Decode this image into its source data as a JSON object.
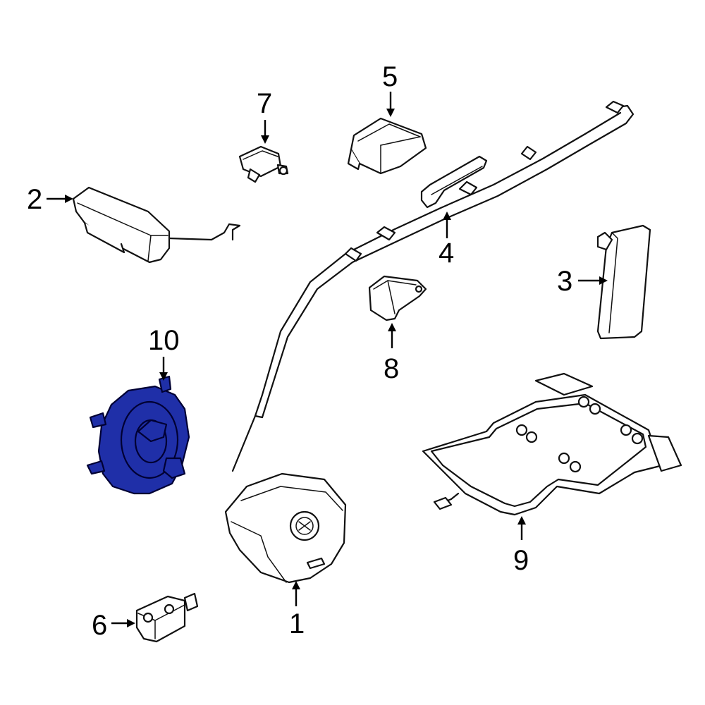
{
  "diagram": {
    "highlight_color": "#1f2fa8",
    "callouts": [
      {
        "id": "1",
        "label": "1"
      },
      {
        "id": "2",
        "label": "2"
      },
      {
        "id": "3",
        "label": "3"
      },
      {
        "id": "4",
        "label": "4"
      },
      {
        "id": "5",
        "label": "5"
      },
      {
        "id": "6",
        "label": "6"
      },
      {
        "id": "7",
        "label": "7"
      },
      {
        "id": "8",
        "label": "8"
      },
      {
        "id": "9",
        "label": "9"
      },
      {
        "id": "10",
        "label": "10",
        "highlighted": true
      }
    ]
  }
}
